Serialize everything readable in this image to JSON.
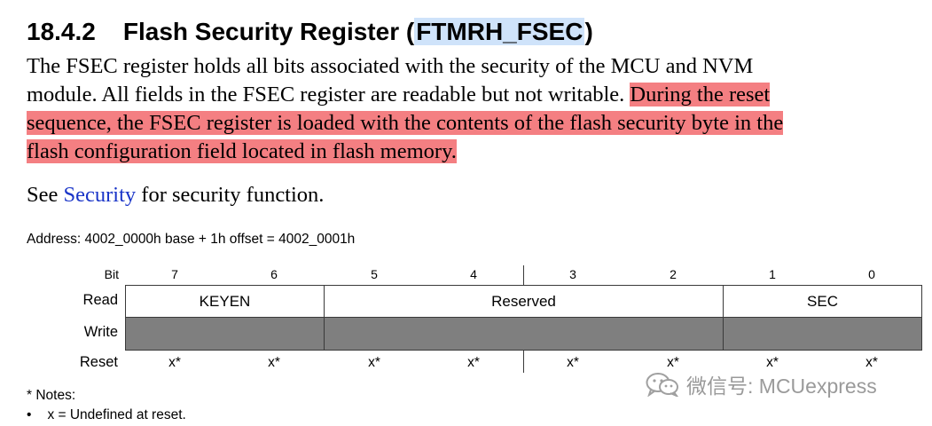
{
  "heading": {
    "number": "18.4.2",
    "text_prefix": "Flash Security Register (",
    "register": "FTMRH_FSEC",
    "text_suffix": ")"
  },
  "paragraph": {
    "line1": "The FSEC register holds all bits associated with the security of the MCU and NVM",
    "line2_plain": "module. All fields in the FSEC register are readable but not writable. ",
    "line2_highlight": "During the reset",
    "line3": "sequence, the FSEC register is loaded with the contents of the flash security byte in the",
    "line4": "flash configuration field located in flash memory."
  },
  "see_line": {
    "prefix": "See ",
    "link": "Security",
    "suffix": " for security function."
  },
  "address": "Address: 4002_0000h base + 1h offset = 4002_0001h",
  "register_table": {
    "bit_label": "Bit",
    "bits": [
      "7",
      "6",
      "5",
      "4",
      "3",
      "2",
      "1",
      "0"
    ],
    "row_labels": {
      "read": "Read",
      "write": "Write",
      "reset": "Reset"
    },
    "fields": [
      {
        "name": "KEYEN",
        "bits": "7-6"
      },
      {
        "name": "Reserved",
        "bits": "5-2"
      },
      {
        "name": "SEC",
        "bits": "1-0"
      }
    ],
    "reset_values": [
      "x*",
      "x*",
      "x*",
      "x*",
      "x*",
      "x*",
      "x*",
      "x*"
    ],
    "write_fill_color": "#7f7f7f"
  },
  "notes": {
    "title": "* Notes:",
    "bullet": "•",
    "item": "x = Undefined at reset."
  },
  "watermark": {
    "text": "微信号: MCUexpress",
    "icon": "wechat-icon"
  },
  "colors": {
    "red_highlight": "#f47f82",
    "blue_highlight": "#cfe3fa",
    "link": "#1a35c8"
  }
}
